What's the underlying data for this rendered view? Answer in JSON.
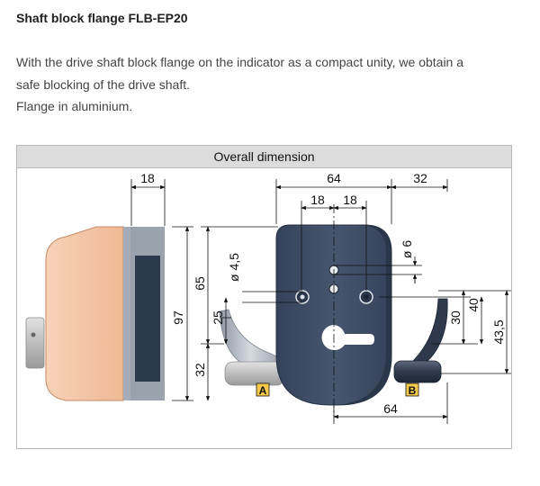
{
  "page": {
    "title": "Shaft block flange FLB-EP20",
    "description": [
      "With the drive shaft block flange on the indicator as a compact unity, we obtain a",
      "safe blocking of the drive shaft.",
      "Flange in aluminium."
    ]
  },
  "figure": {
    "header": "Overall dimension",
    "dims": {
      "d18_top": "18",
      "d64_top": "64",
      "d32_top": "32",
      "d18_a": "18",
      "d18_b": "18",
      "d65": "65",
      "d97": "97",
      "d25": "25",
      "d32_side": "32",
      "d4_5": "ø 4,5",
      "d6": "ø 6",
      "d30": "30",
      "d40": "40",
      "d43_5": "43,5",
      "d64_bottom": "64"
    },
    "labels": {
      "a": "A",
      "b": "B"
    },
    "colors": {
      "indicator": "#f4c4a4",
      "flange": "#3d4c62",
      "lever": "#c0c0c8"
    }
  }
}
